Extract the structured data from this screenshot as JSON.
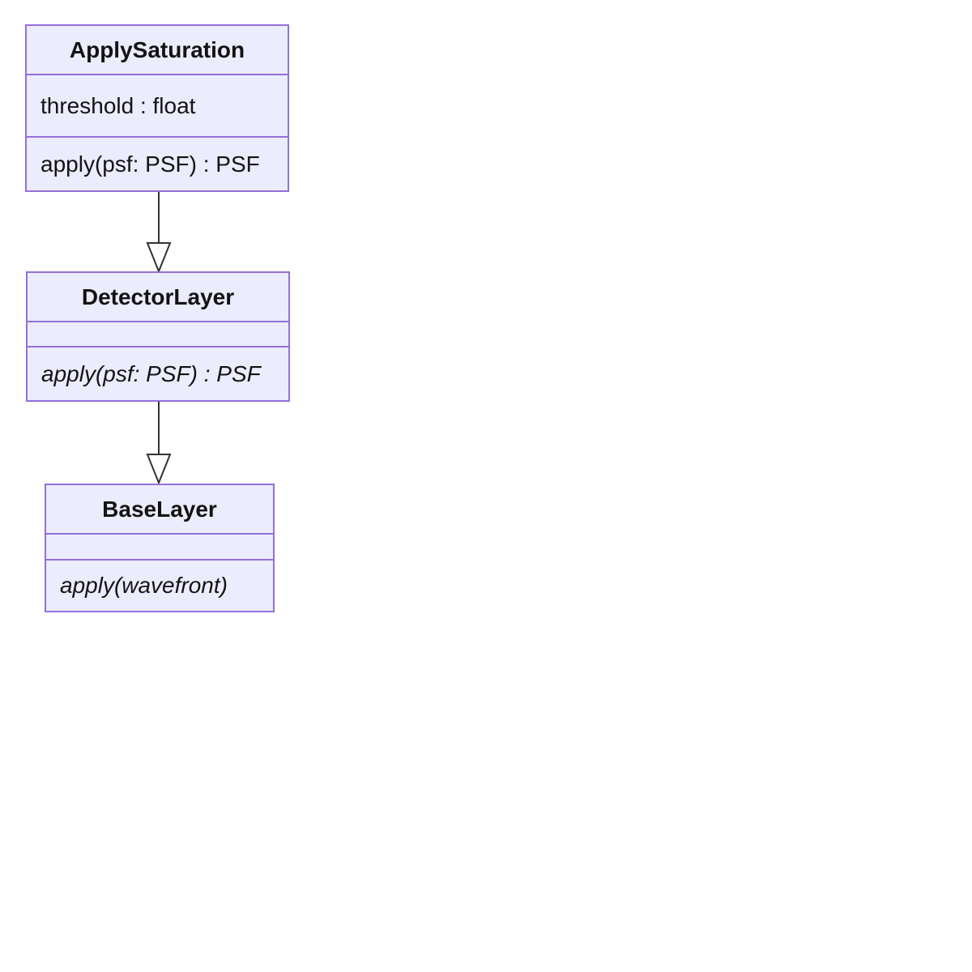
{
  "diagram": {
    "type": "uml-class-diagram",
    "classes": [
      {
        "name": "ApplySaturation",
        "attributes": [
          "threshold : float"
        ],
        "methods": [
          {
            "text": "apply(psf: PSF) : PSF",
            "abstract": false
          }
        ]
      },
      {
        "name": "DetectorLayer",
        "attributes": [],
        "methods": [
          {
            "text": "apply(psf: PSF) : PSF",
            "abstract": true
          }
        ]
      },
      {
        "name": "BaseLayer",
        "attributes": [],
        "methods": [
          {
            "text": "apply(wavefront)",
            "abstract": true
          }
        ]
      }
    ],
    "relations": [
      {
        "from": "ApplySaturation",
        "to": "DetectorLayer",
        "type": "inheritance",
        "arrowhead": "hollow-triangle",
        "direction": "down"
      },
      {
        "from": "DetectorLayer",
        "to": "BaseLayer",
        "type": "inheritance",
        "arrowhead": "hollow-triangle",
        "direction": "down"
      }
    ],
    "colors": {
      "box_fill": "#ECECFF",
      "box_border": "#9370DB",
      "arrow": "#333333",
      "text": "#131313",
      "background": "#ffffff"
    }
  }
}
